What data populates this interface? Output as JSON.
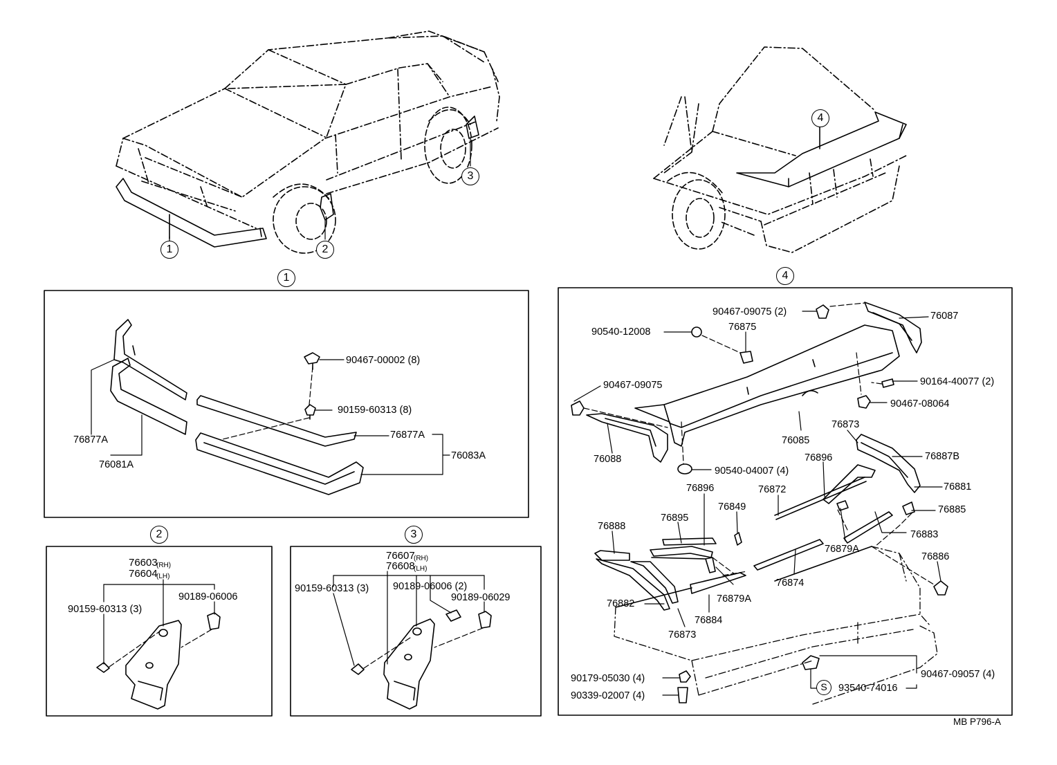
{
  "callouts": [
    "1",
    "2",
    "3",
    "4"
  ],
  "symbol_s": "S",
  "panel1": {
    "p76877A_left": "76877A",
    "p76081A": "76081A",
    "p76877A_right": "76877A",
    "p76083A": "76083A",
    "p90467_00002": "90467-00002 (8)",
    "p90159_60313": "90159-60313 (8)"
  },
  "panel2": {
    "p76603": "76603",
    "rh": "(RH)",
    "p76604": "76604",
    "lh": "(LH)",
    "p90189_06006": "90189-06006",
    "p90159_60313": "90159-60313 (3)"
  },
  "panel3": {
    "p76607": "76607",
    "rh": "(RH)",
    "p76608": "76608",
    "lh": "(LH)",
    "p90159_60313": "90159-60313 (3)",
    "p90189_06006": "90189-06006 (2)",
    "p90189_06029": "90189-06029"
  },
  "panel4": {
    "p90467_09075_2": "90467-09075 (2)",
    "p76087": "76087",
    "p90540_12008": "90540-12008",
    "p76875": "76875",
    "p90164_40077": "90164-40077 (2)",
    "p90467_09075": "90467-09075",
    "p90467_08064": "90467-08064",
    "p76873_top": "76873",
    "p76085": "76085",
    "p76088": "76088",
    "p76887B": "76887B",
    "p90540_04007": "90540-04007 (4)",
    "p76896_right": "76896",
    "p76881": "76881",
    "p76896_left": "76896",
    "p76872": "76872",
    "p76849": "76849",
    "p76885": "76885",
    "p76895": "76895",
    "p76888": "76888",
    "p76883": "76883",
    "p76879A_right": "76879A",
    "p76886": "76886",
    "p76874": "76874",
    "p76879A_left": "76879A",
    "p76882": "76882",
    "p76884": "76884",
    "p76873_bottom": "76873",
    "p90179_05030": "90179-05030 (4)",
    "p90467_09057": "90467-09057 (4)",
    "p90339_02007": "90339-02007 (4)",
    "p93540_74016": "93540-74016"
  },
  "figure_code": "MB P796-A"
}
